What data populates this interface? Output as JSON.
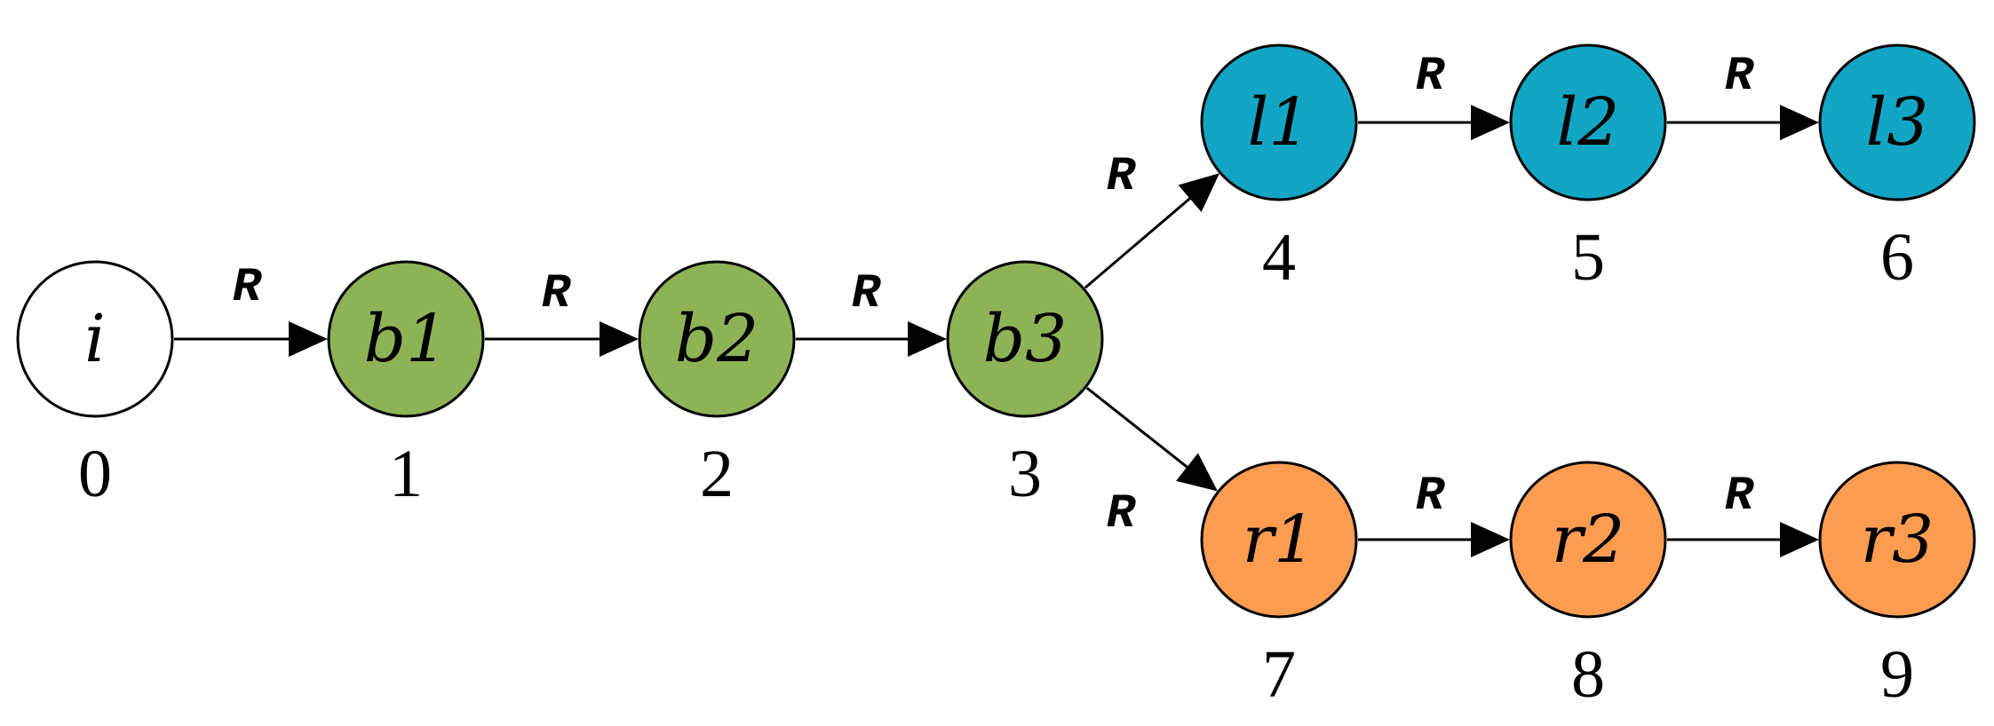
{
  "colors": {
    "initial": "#ffffff",
    "base": "#8db356",
    "left": "#13a5c4",
    "right": "#fb9c51"
  },
  "nodes": [
    {
      "label": "i",
      "index": "0",
      "group": "initial"
    },
    {
      "label": "b1",
      "index": "1",
      "group": "base"
    },
    {
      "label": "b2",
      "index": "2",
      "group": "base"
    },
    {
      "label": "b3",
      "index": "3",
      "group": "base"
    },
    {
      "label": "l1",
      "index": "4",
      "group": "left"
    },
    {
      "label": "l2",
      "index": "5",
      "group": "left"
    },
    {
      "label": "l3",
      "index": "6",
      "group": "left"
    },
    {
      "label": "r1",
      "index": "7",
      "group": "right"
    },
    {
      "label": "r2",
      "index": "8",
      "group": "right"
    },
    {
      "label": "r3",
      "index": "9",
      "group": "right"
    }
  ],
  "edges": [
    {
      "from": 0,
      "to": 1,
      "label": "R"
    },
    {
      "from": 1,
      "to": 2,
      "label": "R"
    },
    {
      "from": 2,
      "to": 3,
      "label": "R"
    },
    {
      "from": 3,
      "to": 4,
      "label": "R"
    },
    {
      "from": 4,
      "to": 5,
      "label": "R"
    },
    {
      "from": 5,
      "to": 6,
      "label": "R"
    },
    {
      "from": 3,
      "to": 7,
      "label": "R"
    },
    {
      "from": 7,
      "to": 8,
      "label": "R"
    },
    {
      "from": 8,
      "to": 9,
      "label": "R"
    }
  ]
}
